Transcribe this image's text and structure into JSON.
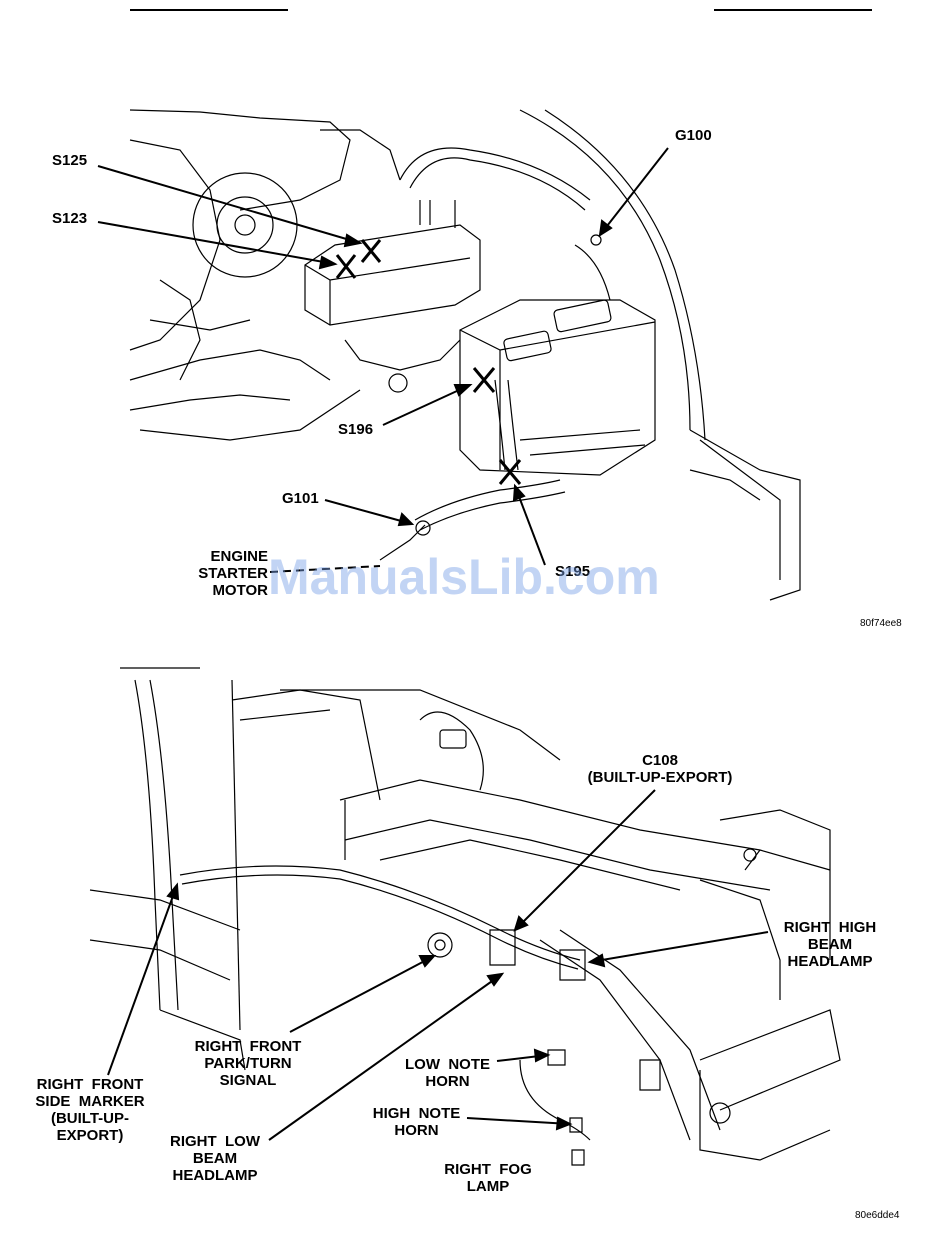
{
  "diagram_top": {
    "labels": {
      "s125": "S125",
      "s123": "S123",
      "g100": "G100",
      "s196": "S196",
      "g101": "G101",
      "engine_starter_motor": "ENGINE\nSTARTER\nMOTOR",
      "s195": "S195"
    },
    "figure_code": "80f74ee8"
  },
  "diagram_bottom": {
    "labels": {
      "c108": "C108\n(BUILT-UP-EXPORT)",
      "right_high_beam": "RIGHT  HIGH\nBEAM\nHEADLAMP",
      "right_front_park": "RIGHT  FRONT\nPARK/TURN\nSIGNAL",
      "low_note_horn": "LOW  NOTE\nHORN",
      "high_note_horn": "HIGH  NOTE\nHORN",
      "right_fog_lamp": "RIGHT  FOG\nLAMP",
      "right_low_beam": "RIGHT  LOW\nBEAM\nHEADLAMP",
      "right_front_side_marker": "RIGHT  FRONT\nSIDE  MARKER\n(BUILT-UP-\nEXPORT)"
    },
    "figure_code": "80e6dde4"
  },
  "watermark": "ManualsLib.com"
}
